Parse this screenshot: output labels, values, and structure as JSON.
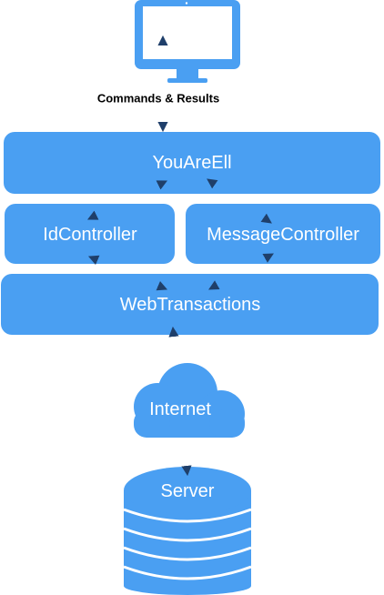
{
  "colors": {
    "accent": "#4a9ff2",
    "accent_dark": "#2f86dc",
    "arrow": "#1f3f6a",
    "white": "#ffffff"
  },
  "nodes": {
    "monitor": {
      "icon": "monitor-icon"
    },
    "youareell": {
      "label": "YouAreEll"
    },
    "idcontroller": {
      "label": "IdController"
    },
    "messagecontroller": {
      "label": "MessageController"
    },
    "webtransactions": {
      "label": "WebTransactions"
    },
    "internet": {
      "label": "Internet",
      "icon": "cloud-icon"
    },
    "server": {
      "label": "Server",
      "icon": "database-icon"
    }
  },
  "edges": {
    "monitor_to_youareell": {
      "label": "Commands & Results"
    }
  }
}
